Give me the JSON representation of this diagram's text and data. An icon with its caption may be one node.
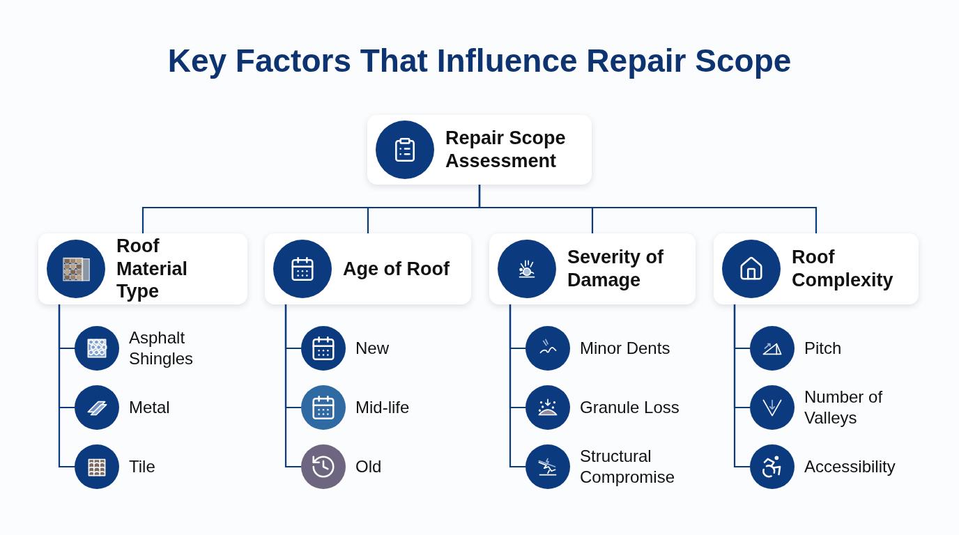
{
  "diagram": {
    "title": "Key Factors That Influence Repair Scope",
    "nodes": [
      {
        "text": [
          "Repair Scope Assessment"
        ]
      },
      {
        "text": [
          "Roof Material Type"
        ]
      },
      {
        "text": [
          "Age of Roof"
        ]
      },
      {
        "text": [
          "Severity of Damage"
        ]
      },
      {
        "text": [
          "Roof Complexity"
        ]
      },
      {
        "text": [
          "Asphalt Shingles"
        ]
      },
      {
        "text": [
          "Metal"
        ]
      },
      {
        "text": [
          "Tile"
        ]
      },
      {
        "text": [
          "New"
        ]
      },
      {
        "text": [
          "Mid-life"
        ]
      },
      {
        "text": [
          "Old"
        ]
      },
      {
        "text": [
          "Minor Dents"
        ]
      },
      {
        "text": [
          "Granule Loss"
        ]
      },
      {
        "text": [
          "Structural Compromise"
        ]
      },
      {
        "text": [
          "Pitch"
        ]
      },
      {
        "text": [
          "Number of Valleys"
        ]
      },
      {
        "text": [
          "Accessibility"
        ]
      }
    ],
    "edges": [
      {
        "from": 0,
        "to": 1,
        "arrow": "none"
      },
      {
        "from": 0,
        "to": 2,
        "arrow": "none"
      },
      {
        "from": 0,
        "to": 3,
        "arrow": "none"
      },
      {
        "from": 0,
        "to": 4,
        "arrow": "none"
      },
      {
        "from": 1,
        "to": 5,
        "arrow": "none"
      },
      {
        "from": 1,
        "to": 6,
        "arrow": "none"
      },
      {
        "from": 1,
        "to": 7,
        "arrow": "none"
      },
      {
        "from": 2,
        "to": 8,
        "arrow": "none"
      },
      {
        "from": 2,
        "to": 9,
        "arrow": "none"
      },
      {
        "from": 2,
        "to": 10,
        "arrow": "none"
      },
      {
        "from": 3,
        "to": 11,
        "arrow": "none"
      },
      {
        "from": 3,
        "to": 12,
        "arrow": "none"
      },
      {
        "from": 3,
        "to": 13,
        "arrow": "none"
      },
      {
        "from": 4,
        "to": 14,
        "arrow": "none"
      },
      {
        "from": 4,
        "to": 15,
        "arrow": "none"
      },
      {
        "from": 4,
        "to": 16,
        "arrow": "none"
      }
    ]
  }
}
